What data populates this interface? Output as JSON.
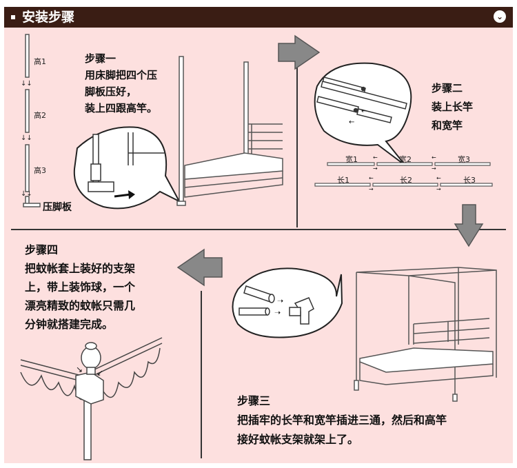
{
  "header": {
    "title": "安装步骤",
    "toggle_icon": "chevron-down-icon"
  },
  "step1": {
    "title": "步骤一",
    "lines": [
      "用床脚把四个压",
      "脚板压好，",
      "装上四跟高竿。"
    ],
    "pole_labels": [
      "高1",
      "高2",
      "高3"
    ],
    "base_label": "压脚板"
  },
  "step2": {
    "title": "步骤二",
    "lines": [
      "装上长竿",
      "和宽竿"
    ],
    "width_labels": [
      "宽1",
      "宽2",
      "宽3"
    ],
    "length_labels": [
      "长1",
      "长2",
      "长3"
    ]
  },
  "step3": {
    "title": "步骤三",
    "lines": [
      "把插牢的长竿和宽竿插进三通，然后和高竿",
      "接好蚊帐支架就架上了。"
    ]
  },
  "step4": {
    "title": "步骤四",
    "lines": [
      "把蚊帐套上装好的支架",
      "上，带上装饰球，一个",
      "漂亮精致的蚊帐只需几",
      "分钟就搭建完成。"
    ]
  },
  "colors": {
    "header_bg": "#3a1d14",
    "panel_bg": "#fde0df",
    "arrow_gray": "#8a8a8a",
    "line": "#333333"
  }
}
